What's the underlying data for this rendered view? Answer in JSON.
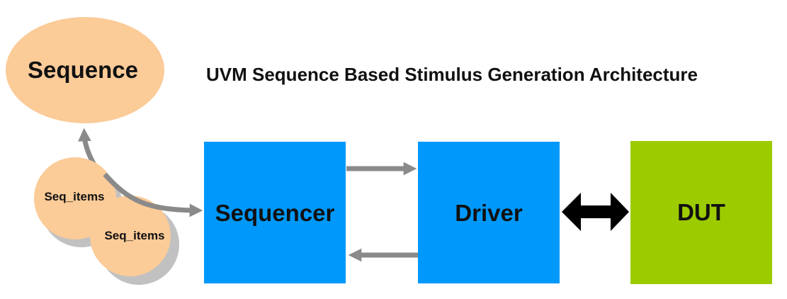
{
  "title": "UVM Sequence Based Stimulus Generation Architecture",
  "colors": {
    "background": "#FFFFFF",
    "peach": "#FBCB98",
    "blue": "#0099FB",
    "green": "#9CCB00",
    "arrow_gray": "#8A8A8A",
    "shadow_gray": "#C1C1C1",
    "black": "#000000",
    "text": "#111111"
  },
  "nodes": {
    "sequence": {
      "label": "Sequence",
      "shape": "ellipse",
      "fill": "#FBCB98"
    },
    "seq_item_a": {
      "label": "Seq_items",
      "shape": "circle",
      "fill": "#FBCB98"
    },
    "seq_item_b": {
      "label": "Seq_items",
      "shape": "circle",
      "fill": "#FBCB98"
    },
    "sequencer": {
      "label": "Sequencer",
      "shape": "rect",
      "fill": "#0099FB"
    },
    "driver": {
      "label": "Driver",
      "shape": "rect",
      "fill": "#0099FB"
    },
    "dut": {
      "label": "DUT",
      "shape": "rect",
      "fill": "#9CCB00"
    }
  },
  "edges": [
    {
      "name": "seq-items-to-sequence",
      "from": "seq_items",
      "to": "sequence",
      "style": "curved",
      "color": "#8A8A8A",
      "heads": "end"
    },
    {
      "name": "seq-items-to-sequencer",
      "from": "seq_items",
      "to": "sequencer",
      "style": "curved",
      "color": "#8A8A8A",
      "heads": "end"
    },
    {
      "name": "sequencer-to-driver",
      "from": "sequencer",
      "to": "driver",
      "style": "straight",
      "color": "#8A8A8A",
      "heads": "end"
    },
    {
      "name": "driver-to-sequencer",
      "from": "driver",
      "to": "sequencer",
      "style": "straight",
      "color": "#8A8A8A",
      "heads": "end"
    },
    {
      "name": "driver-dut-bidirectional",
      "from": "driver",
      "to": "dut",
      "style": "straight",
      "color": "#000000",
      "heads": "both"
    }
  ]
}
